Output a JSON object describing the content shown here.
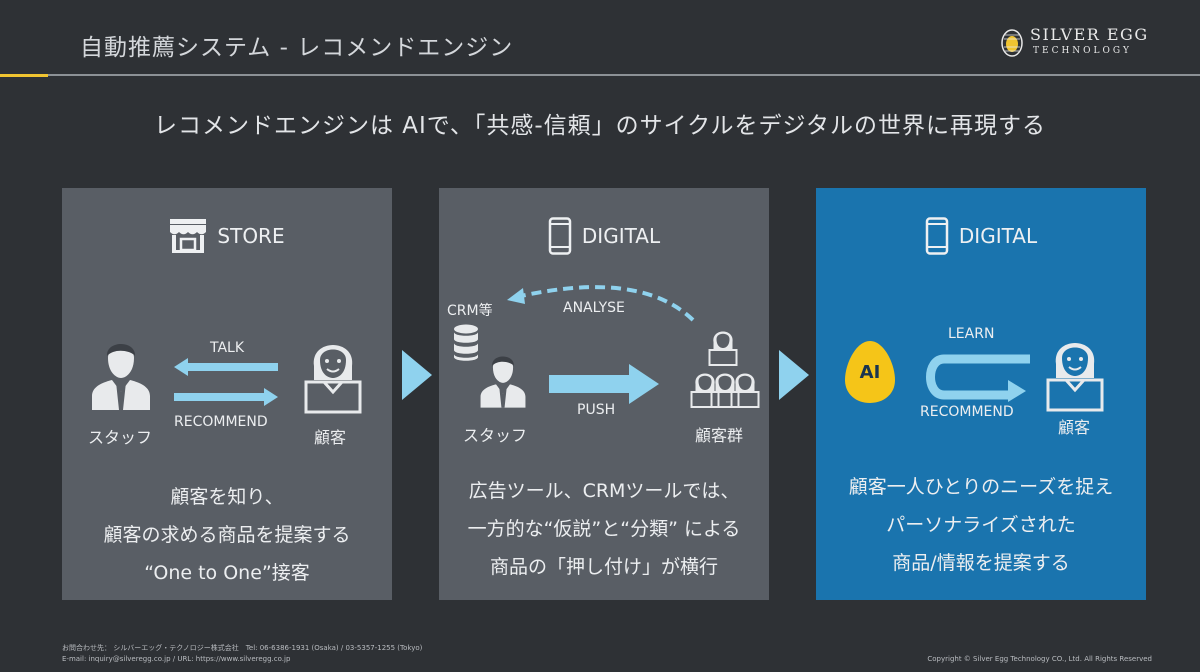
{
  "header": {
    "title": "自動推薦システム - レコメンドエンジン",
    "logo_line1": "SILVER EGG",
    "logo_line2": "TECHNOLOGY"
  },
  "subtitle": "レコメンドエンジンは AIで、「共感-信頼」のサイクルをデジタルの世界に再現する",
  "panels": {
    "store": {
      "heading": "STORE",
      "talk": "TALK",
      "recommend": "RECOMMEND",
      "staff": "スタッフ",
      "customer": "顧客",
      "body": [
        "顧客を知り、",
        "顧客の求める商品を提案する",
        "“One to One”接客"
      ]
    },
    "digital": {
      "heading": "DIGITAL",
      "crm": "CRM等",
      "analyse": "ANALYSE",
      "push": "PUSH",
      "staff": "スタッフ",
      "customers": "顧客群",
      "body": [
        "広告ツール、CRMツールでは、",
        "一方的な“仮説”と“分類” による",
        "商品の「押し付け」が横行"
      ]
    },
    "ai": {
      "heading": "DIGITAL",
      "ai_badge": "AI",
      "learn": "LEARN",
      "recommend": "RECOMMEND",
      "customer": "顧客",
      "body": [
        "顧客一人ひとりのニーズを捉え",
        "パーソナライズされた",
        "商品/情報を提案する"
      ]
    }
  },
  "footer": {
    "contact_line1": "お問合わせ先： シルバーエッグ・テクノロジー株式会社　Tel: 06-6386-1931 (Osaka) / 03-5357-1255 (Tokyo)",
    "contact_line2": "E-mail: inquiry@silveregg.co.jp / URL: https://www.silveregg.co.jp",
    "copyright": "Copyright © Silver Egg Technology CO., Ltd. All Rights Reserved"
  },
  "colors": {
    "background": "#2e3135",
    "panel_gray": "#595e65",
    "panel_blue": "#1a74ae",
    "arrow_light_blue": "#8fd2ee",
    "accent_yellow": "#f0c431",
    "ai_yellow": "#f5c518"
  },
  "icons": [
    "store-icon",
    "smartphone-icon",
    "staff-icon",
    "customer-icon",
    "database-icon",
    "customer-group-icon",
    "chevron-right-icon",
    "egg-logo-icon",
    "u-turn-arrow-icon"
  ]
}
